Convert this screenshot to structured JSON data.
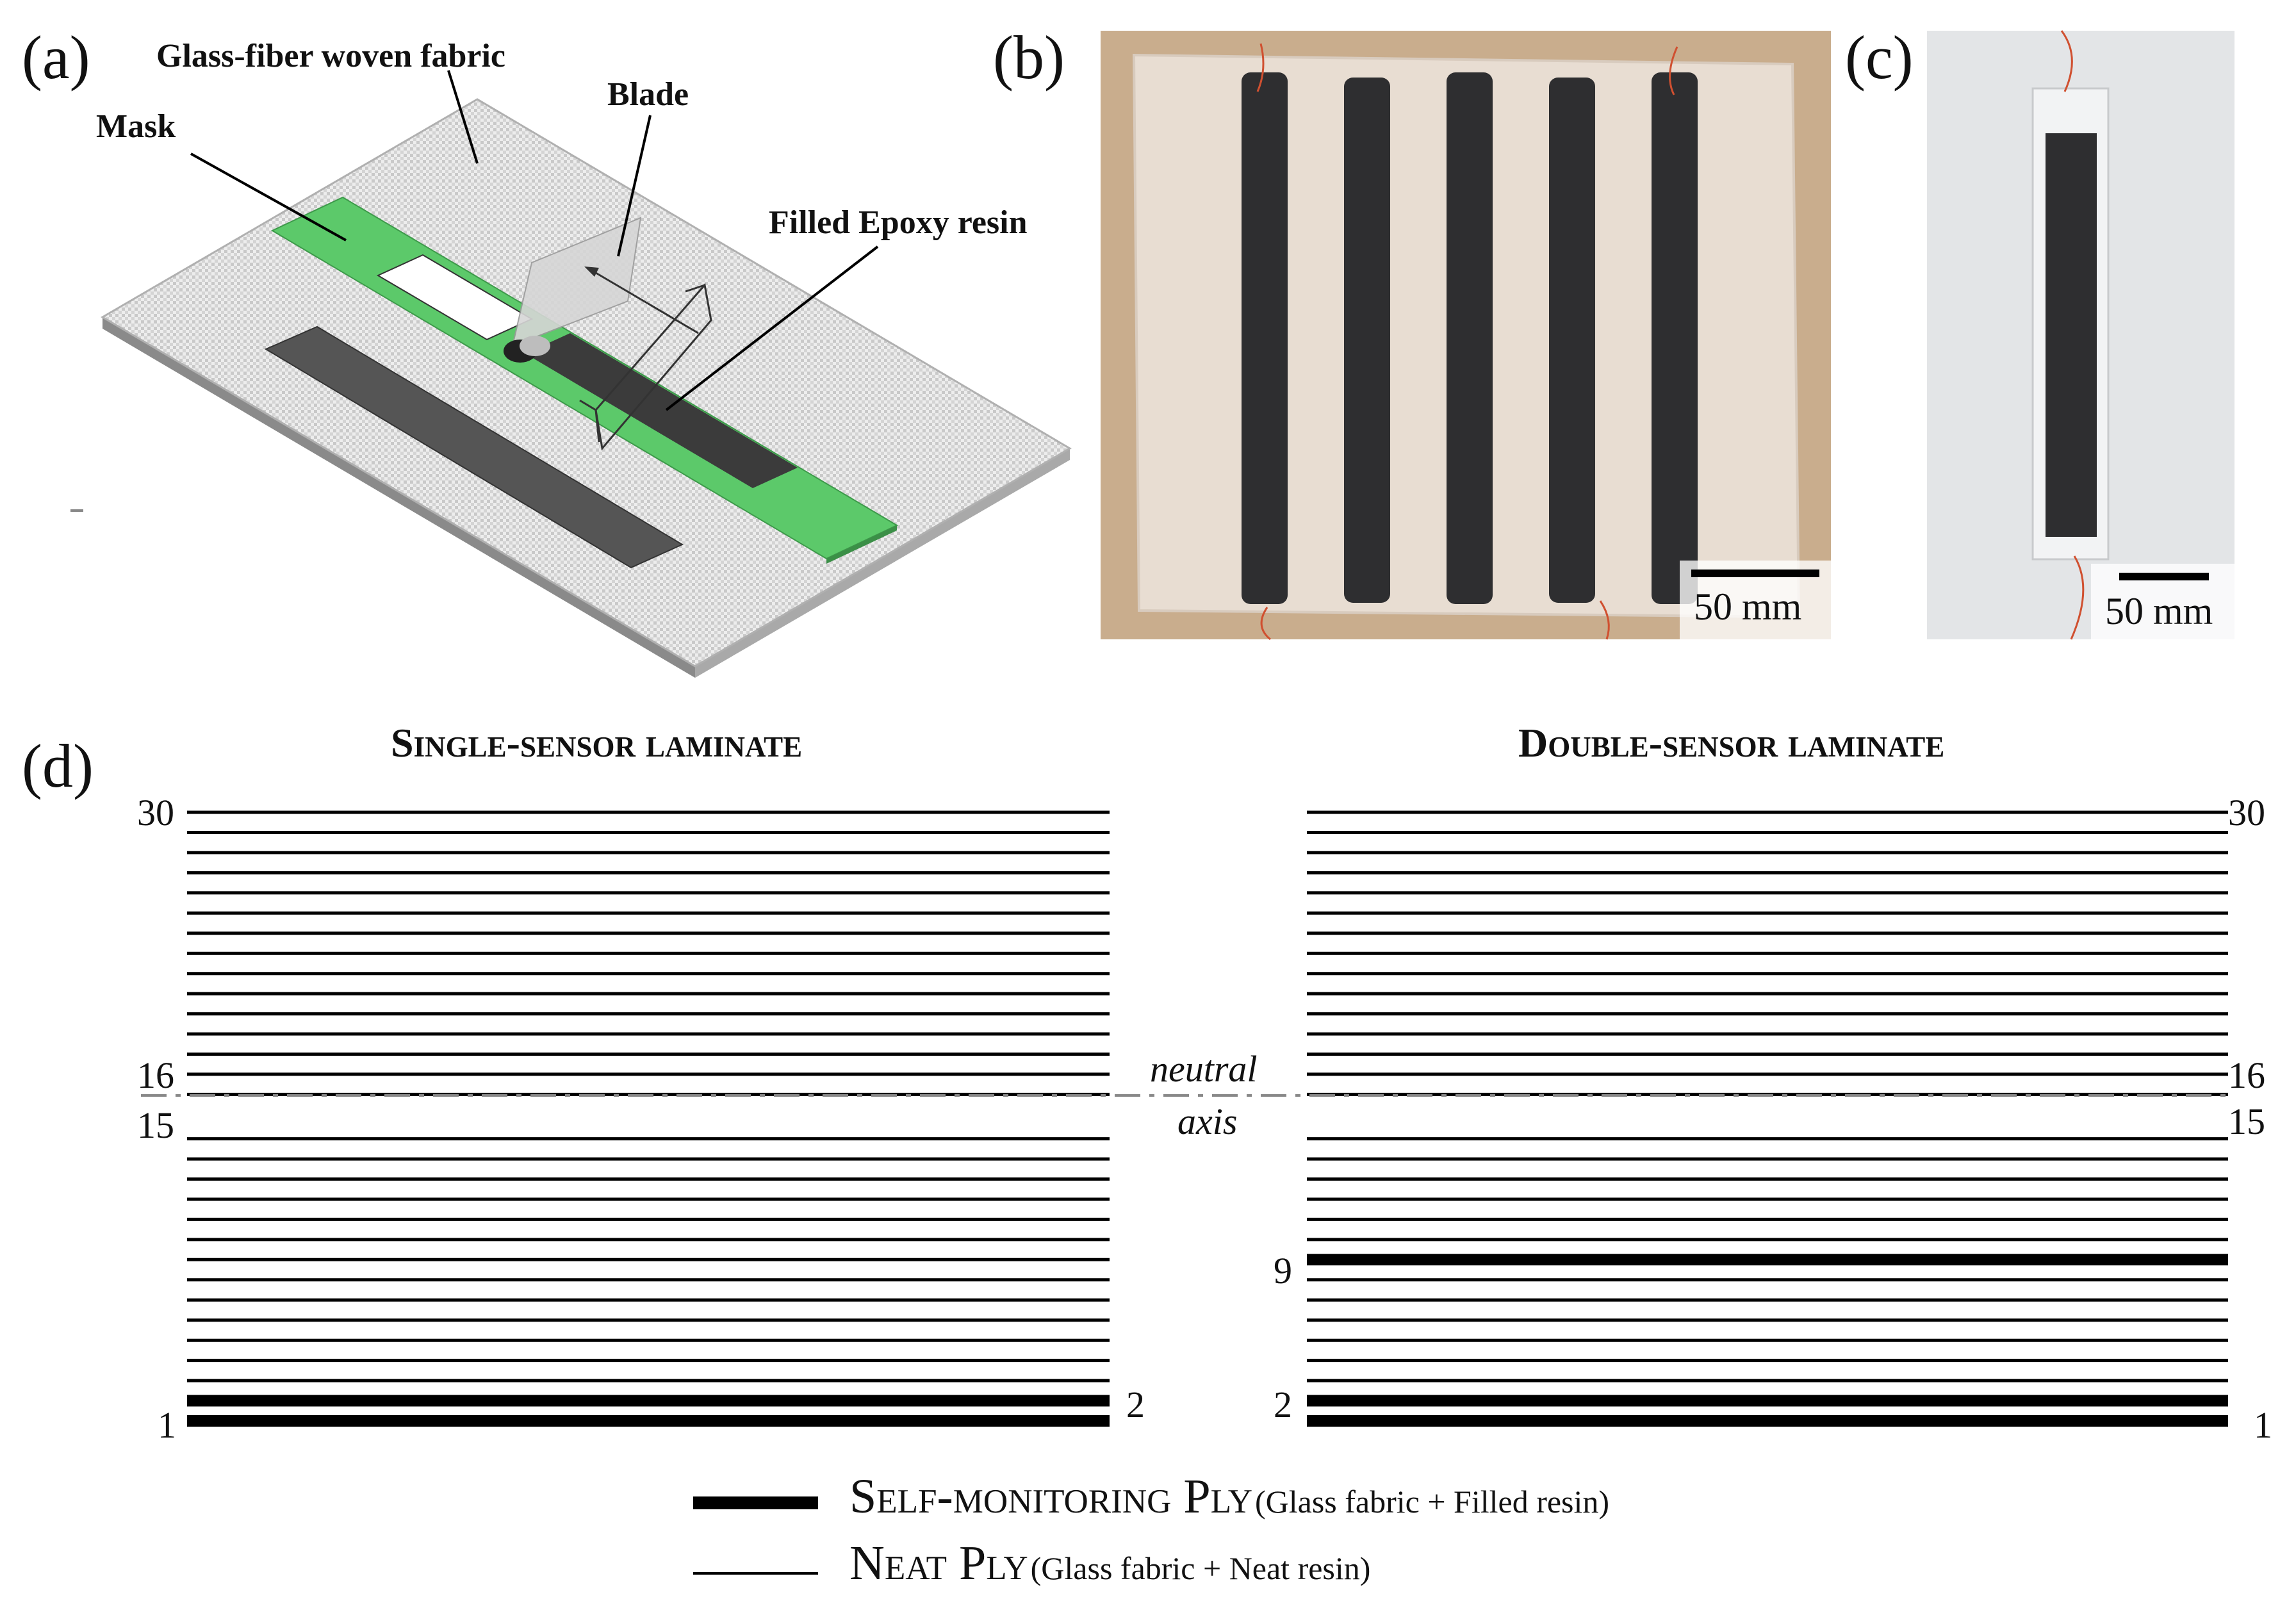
{
  "panels": {
    "a": {
      "letter": "(a)",
      "labels": {
        "fabric": "Glass-fiber woven fabric",
        "blade": "Blade",
        "mask": "Mask",
        "resin": "Filled Epoxy resin"
      }
    },
    "b": {
      "letter": "(b)",
      "scale": "50 mm"
    },
    "c": {
      "letter": "(c)",
      "scale": "50 mm"
    },
    "d": {
      "letter": "(d)"
    }
  },
  "laminates": {
    "single": {
      "title": "Single-sensor laminate",
      "ply_count": 30,
      "sensor_plies": [
        1,
        2
      ],
      "labels": {
        "top": "30",
        "p16": "16",
        "p15": "15",
        "p1": "1",
        "p2": "2"
      }
    },
    "double": {
      "title": "Double-sensor laminate",
      "ply_count": 30,
      "sensor_plies": [
        1,
        2,
        9
      ],
      "labels": {
        "top": "30",
        "p16": "16",
        "p15": "15",
        "p9": "9",
        "p2": "2",
        "p1": "1"
      }
    },
    "neutral_axis": {
      "line1": "neutral",
      "line2": "axis"
    }
  },
  "legend": {
    "self": {
      "name": "Self-monitoring Ply",
      "desc": "(Glass fabric + Filled resin)"
    },
    "neat": {
      "name": "Neat Ply",
      "desc": "(Glass fabric + Neat resin)"
    }
  },
  "colors": {
    "mask": "#5cc96a",
    "fabric": "#e8e8e8",
    "resin": "#555555",
    "photo_b_bg": "#c9ad8d",
    "photo_c_bg": "#e3e5e7",
    "strip": "#2e2e30"
  }
}
